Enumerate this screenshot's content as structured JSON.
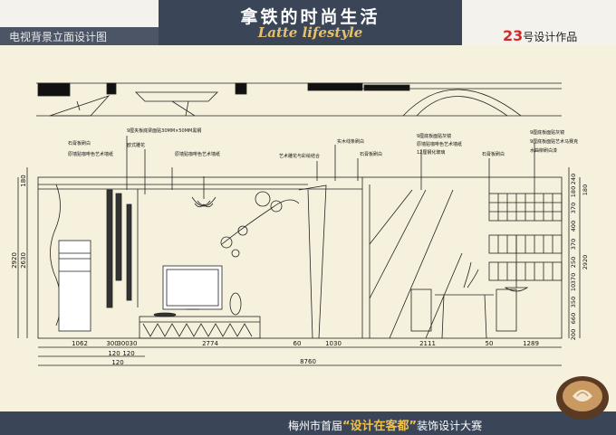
{
  "header": {
    "title": "拿铁的时尚生活",
    "subtitle": "Latte lifestyle",
    "left_label": "电视背景立面设计图",
    "number": "23",
    "right_label": "号设计作品"
  },
  "annotations": [
    "9厘夹板底梁面贴30MM×50MM黑钢",
    "石膏板刷白",
    "原墙贴咖啡色艺术墙纸",
    "欧式雕花",
    "原墙贴咖啡色艺术墙纸",
    "艺术雕花与彩绘结合",
    "实木线条刷白",
    "石膏板刷白",
    "9厘底板面贴灰镜",
    "原墙贴咖啡色艺术墙纸",
    "12厘钢化玻璃",
    "石膏板刷白",
    "9厘底板面贴灰镜",
    "9厘底板面贴艺术马赛克",
    "水曲柳刷白漆"
  ],
  "dims_bottom_row1": [
    "1062",
    "300",
    "300",
    "30",
    "2774",
    "60",
    "1030",
    "2111",
    "50",
    "1289"
  ],
  "dims_bottom_row2": [
    "120",
    "120"
  ],
  "dims_bottom_row3": [
    "120"
  ],
  "dim_total": "8760",
  "dims_left": [
    "180",
    "2920",
    "2630"
  ],
  "dims_right_inner": [
    "240",
    "180",
    "370",
    "400",
    "370",
    "250",
    "370",
    "10",
    "350",
    "660",
    "200"
  ],
  "dims_right_outer": [
    "180",
    "2920"
  ],
  "footer": {
    "pre": "梅州市首届",
    "highlight": "“设计在客都”",
    "post": "装饰设计大赛"
  },
  "colors": {
    "banner": "#3a4658",
    "accent": "#e8c06a",
    "number_red": "#d62828",
    "paper": "#f6f1dd"
  },
  "icons": [
    "coffee-cup-icon"
  ]
}
